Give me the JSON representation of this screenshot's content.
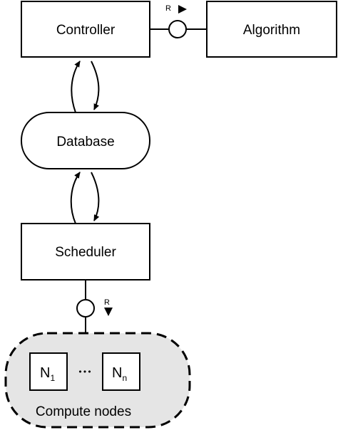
{
  "diagram": {
    "controller": {
      "label": "Controller"
    },
    "algorithm": {
      "label": "Algorithm"
    },
    "database": {
      "label": "Database"
    },
    "scheduler": {
      "label": "Scheduler"
    },
    "compute_nodes": {
      "label": "Compute nodes",
      "node_first": {
        "base": "N",
        "sub": "1"
      },
      "ellipsis": "•••",
      "node_last": {
        "base": "N",
        "sub": "n"
      }
    },
    "interface_top": {
      "label": "R"
    },
    "interface_bottom": {
      "label": "R"
    }
  }
}
